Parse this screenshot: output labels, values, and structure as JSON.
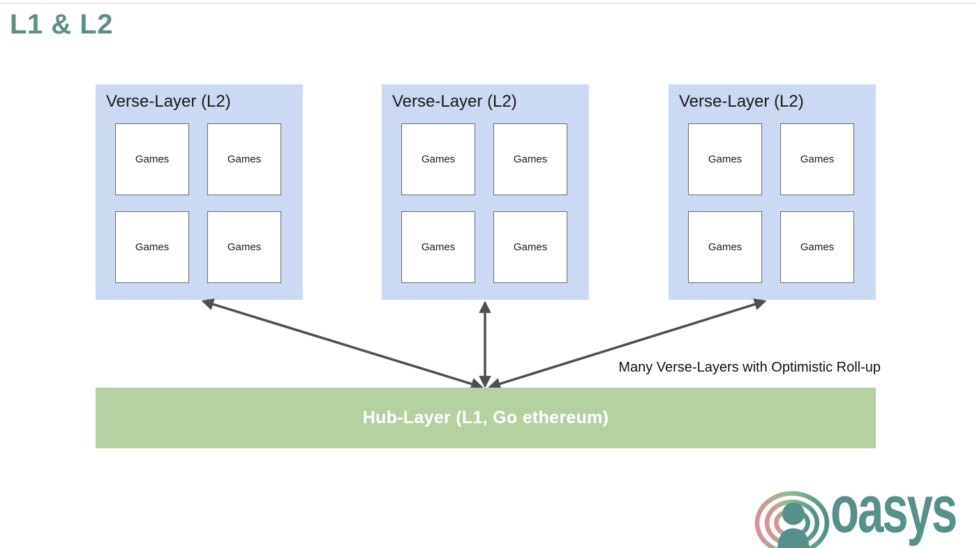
{
  "page": {
    "title": "L1 & L2"
  },
  "colors": {
    "title_teal": "#5f8e88",
    "verse_bg": "#ccd9f2",
    "hub_bg": "#b5d0a1",
    "hub_text": "#ffffff",
    "arrow": "#4f4f4f",
    "games_border": "#6b6b6b",
    "logo_teal": "#55918a",
    "top_rule": "#d9d9d9"
  },
  "diagram": {
    "verse_layers": [
      {
        "label": "Verse-Layer (L2)",
        "games": [
          "Games",
          "Games",
          "Games",
          "Games"
        ]
      },
      {
        "label": "Verse-Layer (L2)",
        "games": [
          "Games",
          "Games",
          "Games",
          "Games"
        ]
      },
      {
        "label": "Verse-Layer (L2)",
        "games": [
          "Games",
          "Games",
          "Games",
          "Games"
        ]
      }
    ],
    "hub_label": "Hub-Layer (L1, Go ethereum)",
    "annotation": "Many Verse-Layers with Optimistic Roll-up"
  },
  "logo": {
    "mark_icon": "oasys-rings-person-icon",
    "wordmark": "oasys"
  }
}
